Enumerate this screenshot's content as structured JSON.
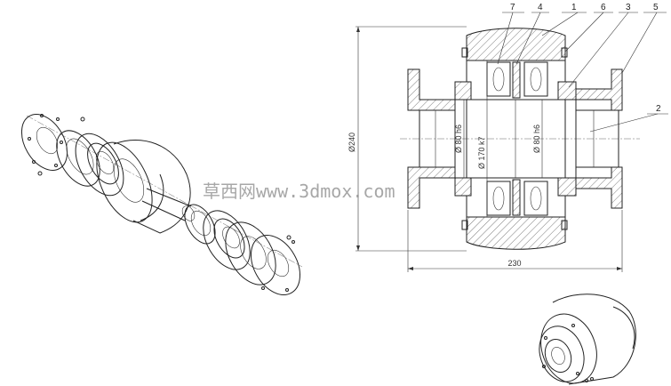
{
  "balloons": [
    "7",
    "4",
    "1",
    "6",
    "3",
    "5",
    "2"
  ],
  "dimensions": {
    "overall_diameter": "Ø240",
    "length": "230",
    "shaft_left": "Ø 80 h6",
    "bore": "Ø 170 k7",
    "shaft_right": "Ø 80 h6"
  },
  "watermark": "草西网www.3dmox.com"
}
